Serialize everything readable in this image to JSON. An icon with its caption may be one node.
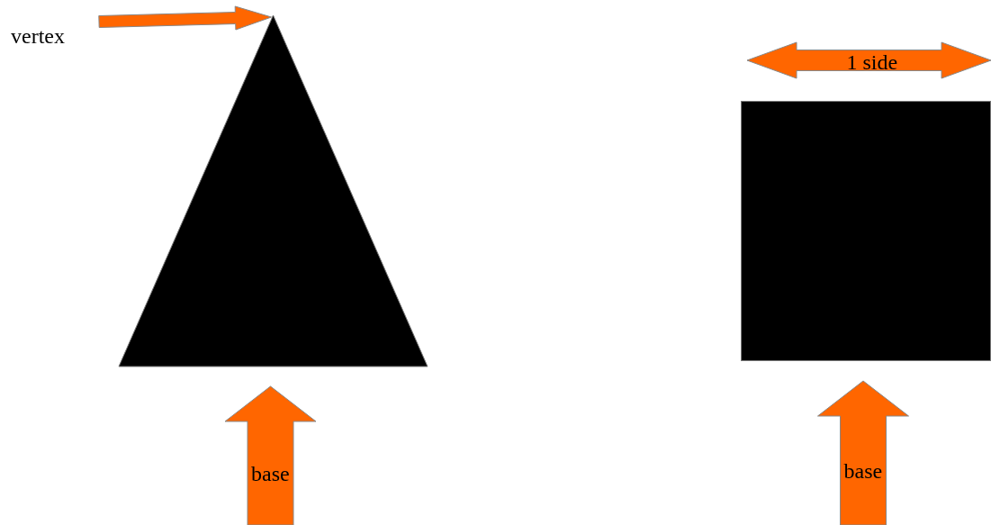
{
  "diagram": {
    "nodes": [
      {
        "text": [
          "vertex"
        ]
      },
      {
        "text": [],
        "shape": "triangle"
      },
      {
        "text": [],
        "shape": "box"
      }
    ],
    "edges": [
      {
        "from": 0,
        "to": 1,
        "arrow": "to"
      },
      {
        "from": null,
        "to": 1,
        "arrow": "to",
        "label": "base"
      },
      {
        "from": null,
        "to": 2,
        "arrow": "to",
        "label": "base"
      }
    ],
    "labels": [
      "1 side"
    ]
  }
}
